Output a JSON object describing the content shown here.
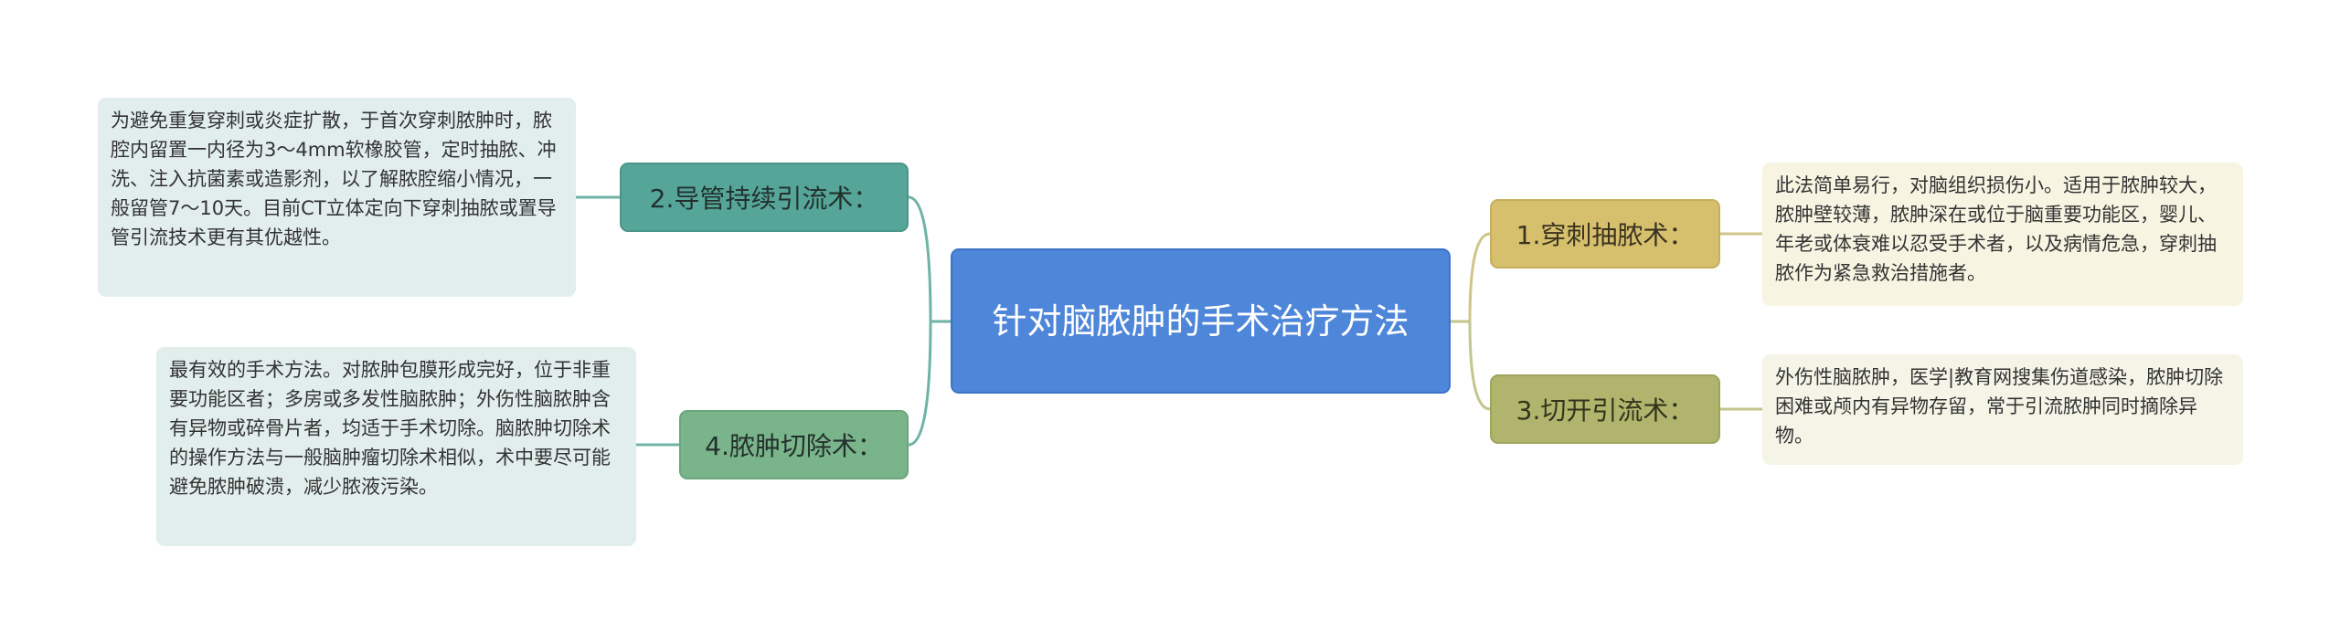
{
  "colors": {
    "central": "#4e86d9",
    "branch_2": "#55a698",
    "branch_4": "#79b48a",
    "branch_1": "#d6bf6d",
    "branch_3": "#b1b46c",
    "link_left": "#6fb3a6",
    "link_right": "#d1c488"
  },
  "central": {
    "title": "针对脑脓肿的手术治疗方法"
  },
  "branches": {
    "b2": {
      "label": "2.导管持续引流术：",
      "detail": "为避免重复穿刺或炎症扩散，于首次穿刺脓肿时，脓腔内留置一内径为3～4mm软橡胶管，定时抽脓、冲洗、注入抗菌素或造影剂，以了解脓腔缩小情况，一般留管7～10天。目前CT立体定向下穿刺抽脓或置导管引流技术更有其优越性。"
    },
    "b4": {
      "label": "4.脓肿切除术：",
      "detail": "最有效的手术方法。对脓肿包膜形成完好，位于非重要功能区者；多房或多发性脑脓肿；外伤性脑脓肿含有异物或碎骨片者，均适于手术切除。脑脓肿切除术的操作方法与一般脑肿瘤切除术相似，术中要尽可能避免脓肿破溃，减少脓液污染。"
    },
    "b1": {
      "label": "1.穿刺抽脓术：",
      "detail": "此法简单易行，对脑组织损伤小。适用于脓肿较大，脓肿壁较薄，脓肿深在或位于脑重要功能区，婴儿、年老或体衰难以忍受手术者，以及病情危急，穿刺抽脓作为紧急救治措施者。"
    },
    "b3": {
      "label": "3.切开引流术：",
      "detail": "外伤性脑脓肿，医学|教育网搜集伤道感染，脓肿切除困难或颅内有异物存留，常于引流脓肿同时摘除异物。"
    }
  }
}
